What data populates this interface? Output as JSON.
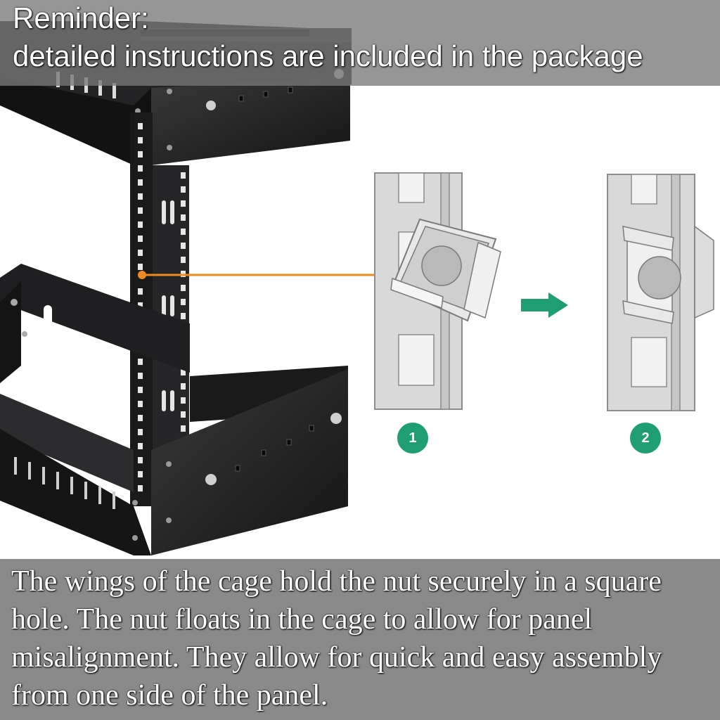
{
  "reminder": {
    "line1": "Reminder:",
    "line2": "detailed instructions are included in the package"
  },
  "steps": [
    "1",
    "2"
  ],
  "caption": "The wings of the cage hold the nut securely in a square hole. The nut floats in the cage to allow for panel misalignment. They allow for quick and easy assembly from one side of the panel.",
  "colors": {
    "accent_green": "#1e9e72",
    "callout_orange": "#ee8a1f",
    "rack_black": "#1c1c1e",
    "rail_gray": "#d6d6d6"
  }
}
